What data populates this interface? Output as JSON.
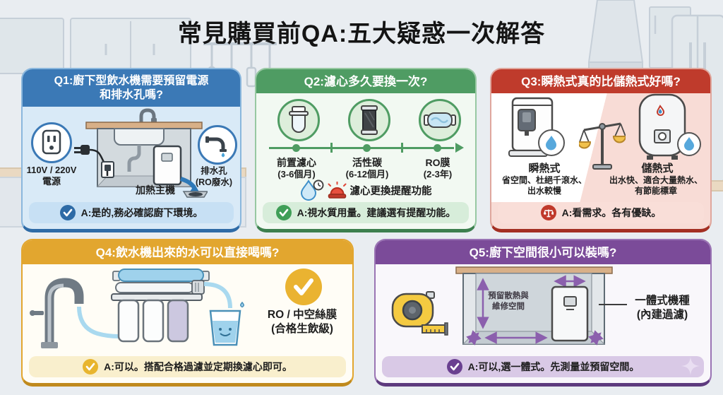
{
  "title": "常見購買前QA:五大疑惑一次解答",
  "theme_colors": {
    "q1_blue": "#3b79b6",
    "q2_green": "#4f9c63",
    "q3_red": "#bf3b2c",
    "q4_gold": "#e2a62f",
    "q5_purple": "#7b4b99"
  },
  "icon_names": [
    "power-outlet-icon",
    "drain-faucet-icon",
    "water-drop-icon",
    "clock-icon",
    "alarm-icon",
    "prefilter-icon",
    "carbon-filter-icon",
    "ro-membrane-icon",
    "balance-scale-icon",
    "check-icon",
    "tape-measure-icon",
    "sparkle-icon"
  ],
  "q1": {
    "question": "Q1:廚下型飲水機需要預留電源\n和排水孔嗎?",
    "power_label": "110V / 220V\n電源",
    "heater_label": "加熱主機",
    "drain_label": "排水孔\n(RO廢水)",
    "answer": "A:是的,務必確認廚下環境。"
  },
  "q2": {
    "question": "Q2:濾心多久要換一次?",
    "stages": [
      {
        "name": "前置濾心",
        "period": "(3-6個月)"
      },
      {
        "name": "活性碳",
        "period": "(6-12個月)"
      },
      {
        "name": "RO膜",
        "period": "(2-3年)"
      }
    ],
    "reminder": "濾心更換提醒功能",
    "answer": "A:視水質用量。建議選有提醒功能。"
  },
  "q3": {
    "question": "Q3:瞬熱式真的比儲熱式好嗎?",
    "left": {
      "name": "瞬熱式",
      "desc": "省空間、杜絕千滾水、\n出水較慢"
    },
    "right": {
      "name": "儲熱式",
      "desc": "出水快、適合大量熱水、\n有節能標章"
    },
    "answer": "A:看需求。各有優缺。"
  },
  "q4": {
    "question": "Q4:飲水機出來的水可以直接喝嗎?",
    "filter_label": "RO / 中空絲膜\n(合格生飲級)",
    "answer": "A:可以。搭配合格過濾並定期換濾心即可。"
  },
  "q5": {
    "question": "Q5:廚下空間很小可以裝嗎?",
    "space_label": "預留散熱與\n維修空間",
    "unit_label": "一體式機種\n(內建過濾)",
    "answer": "A:可以,選一體式。先測量並預留空間。"
  }
}
